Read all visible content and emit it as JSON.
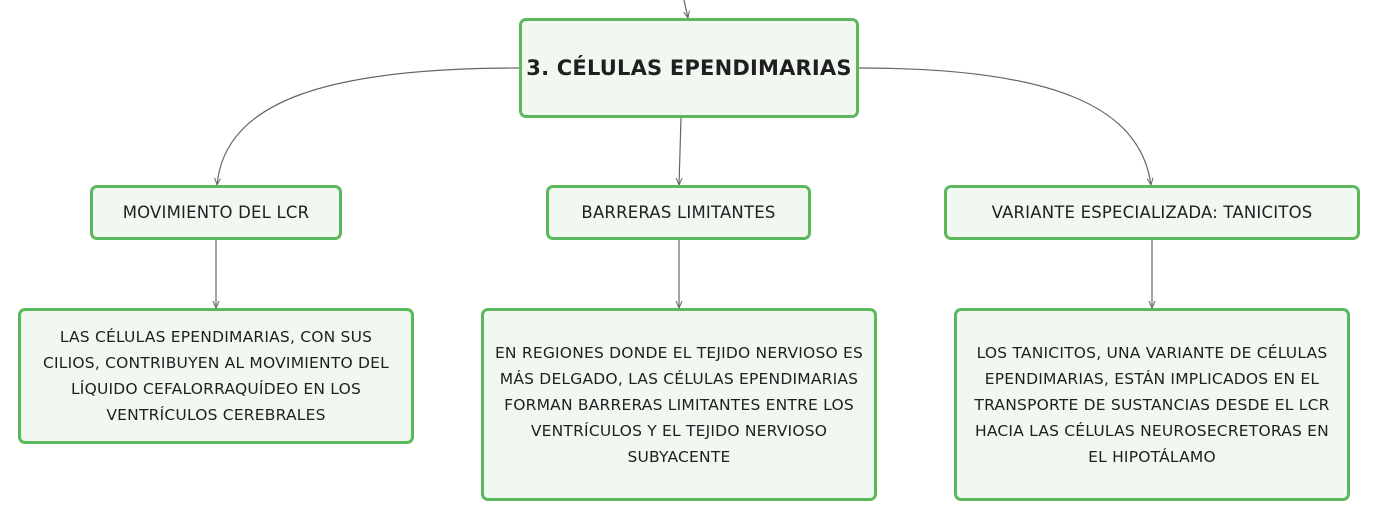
{
  "root": {
    "title": "3. CÉLULAS EPENDIMARIAS"
  },
  "branches": [
    {
      "label": "MOVIMIENTO DEL LCR",
      "detail": "LAS CÉLULAS EPENDIMARIAS, CON SUS CILIOS, CONTRIBUYEN AL MOVIMIENTO DEL LÍQUIDO CEFALORRAQUÍDEO EN LOS VENTRÍCULOS CEREBRALES"
    },
    {
      "label": "BARRERAS LIMITANTES",
      "detail": "EN REGIONES DONDE EL TEJIDO NERVIOSO ES MÁS DELGADO, LAS CÉLULAS EPENDIMARIAS FORMAN BARRERAS LIMITANTES ENTRE LOS VENTRÍCULOS Y EL TEJIDO NERVIOSO SUBYACENTE"
    },
    {
      "label": "VARIANTE ESPECIALIZADA: TANICITOS",
      "detail": "LOS TANICITOS, UNA VARIANTE DE CÉLULAS EPENDIMARIAS, ESTÁN IMPLICADOS EN EL TRANSPORTE DE SUSTANCIAS DESDE EL LCR HACIA LAS CÉLULAS NEUROSECRETORAS EN EL HIPOTÁLAMO"
    }
  ],
  "colors": {
    "node_border": "#5cb85c",
    "node_fill": "#f1f8f1",
    "connector": "#666666"
  }
}
